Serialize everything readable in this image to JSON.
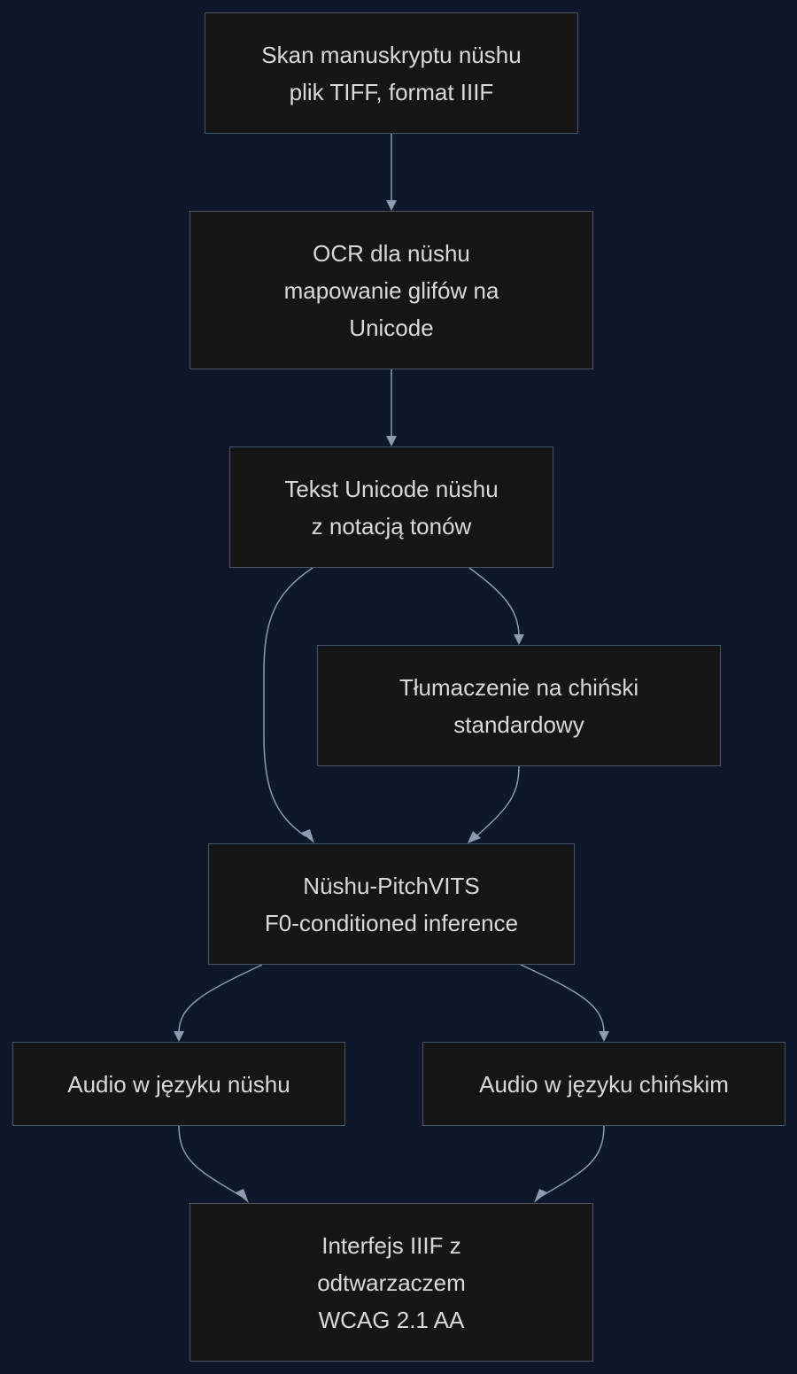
{
  "diagram": {
    "type": "flowchart",
    "nodes": [
      {
        "id": "scan",
        "lines": [
          "Skan manuskryptu nüshu",
          "plik TIFF, format IIIF"
        ]
      },
      {
        "id": "ocr",
        "lines": [
          "OCR dla nüshu",
          "mapowanie glifów na",
          "Unicode"
        ]
      },
      {
        "id": "unicode",
        "lines": [
          "Tekst Unicode nüshu",
          "z notacją tonów"
        ]
      },
      {
        "id": "translate",
        "lines": [
          "Tłumaczenie na chiński",
          "standardowy"
        ]
      },
      {
        "id": "vits",
        "lines": [
          "Nüshu-PitchVITS",
          "F0-conditioned inference"
        ]
      },
      {
        "id": "audio_nu",
        "lines": [
          "Audio w języku nüshu"
        ]
      },
      {
        "id": "audio_zh",
        "lines": [
          "Audio w języku chińskim"
        ]
      },
      {
        "id": "iiif",
        "lines": [
          "Interfejs IIIF z",
          "odtwarzaczem",
          "WCAG 2.1 AA"
        ]
      }
    ],
    "edges": [
      {
        "from": "scan",
        "to": "ocr"
      },
      {
        "from": "ocr",
        "to": "unicode"
      },
      {
        "from": "unicode",
        "to": "translate"
      },
      {
        "from": "unicode",
        "to": "vits"
      },
      {
        "from": "translate",
        "to": "vits"
      },
      {
        "from": "vits",
        "to": "audio_nu"
      },
      {
        "from": "vits",
        "to": "audio_zh"
      },
      {
        "from": "audio_nu",
        "to": "iiif"
      },
      {
        "from": "audio_zh",
        "to": "iiif"
      }
    ]
  },
  "colors": {
    "background": "#0e182a",
    "node_fill": "#161616",
    "node_border": "#4a5568",
    "text": "#d9d9d9",
    "edge": "#8d9ab0"
  }
}
